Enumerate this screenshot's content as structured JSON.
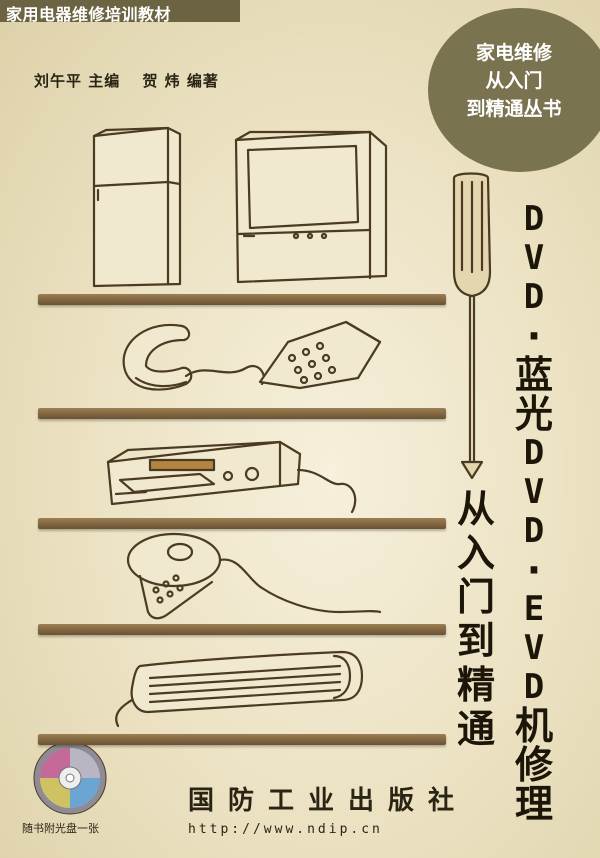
{
  "cover": {
    "series_name": "家用电器维修培训教材",
    "authors": "刘午平 主编　 贺 炜 编著",
    "badge_lines": [
      "家电维修",
      "从入门",
      "到精通丛书"
    ],
    "title_line1": [
      "D",
      "V",
      "D",
      "·",
      "蓝",
      "光",
      "D",
      "V",
      "D",
      "·",
      "E",
      "V",
      "D",
      "机",
      "修",
      "理"
    ],
    "title_line2": [
      "从",
      "入",
      "门",
      "到",
      "精",
      "通"
    ],
    "publisher": "国防工业出版社",
    "url": "http://www.ndip.cn",
    "cd_caption": "随书附光盘一张"
  },
  "colors": {
    "background": "#ece3c6",
    "series_bar": "#6b6342",
    "badge": "#7a7350",
    "shelf": "#8a6c44",
    "ink": "#1c1609"
  },
  "icons": [
    "refrigerator-icon",
    "television-icon",
    "telephone-icon",
    "dvd-player-icon",
    "handset-icon",
    "air-conditioner-icon",
    "screwdriver-icon",
    "cd-disc-icon"
  ]
}
